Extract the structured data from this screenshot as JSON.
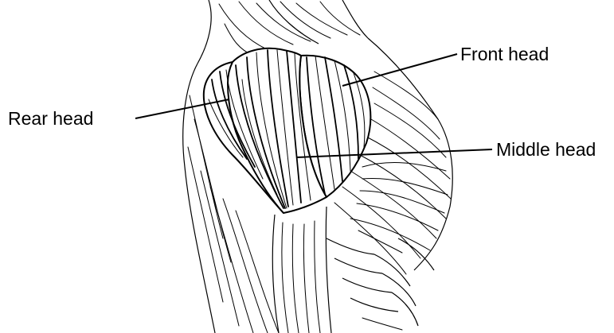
{
  "labels": {
    "front_head": "Front head",
    "rear_head": "Rear head",
    "middle_head": "Middle head"
  }
}
